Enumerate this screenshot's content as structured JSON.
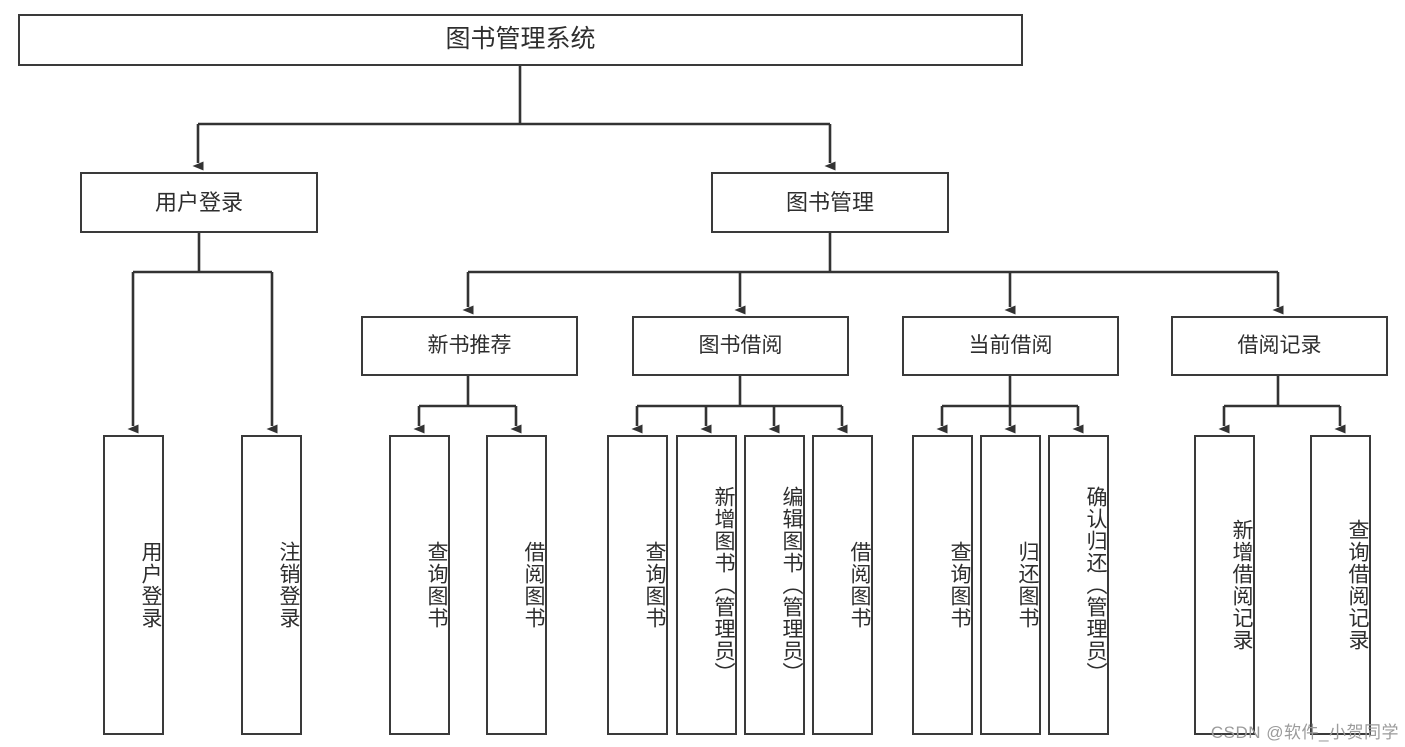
{
  "diagram": {
    "title": "图书管理系统",
    "watermark": "CSDN @软件_小贺同学",
    "nodes": {
      "root": {
        "label": "图书管理系统"
      },
      "level1": [
        {
          "id": "user-login",
          "label": "用户登录"
        },
        {
          "id": "book-management",
          "label": "图书管理"
        }
      ],
      "level2": [
        {
          "id": "new-book-recommend",
          "label": "新书推荐"
        },
        {
          "id": "book-borrow",
          "label": "图书借阅"
        },
        {
          "id": "current-borrow",
          "label": "当前借阅"
        },
        {
          "id": "borrow-record",
          "label": "借阅记录"
        }
      ],
      "leaves": {
        "user_login": [
          {
            "id": "leaf-user-login",
            "label": "用户登录"
          },
          {
            "id": "leaf-logout-login",
            "label": "注销登录"
          }
        ],
        "new_book_recommend": [
          {
            "id": "leaf-query-book-1",
            "label": "查询图书"
          },
          {
            "id": "leaf-borrow-book-1",
            "label": "借阅图书"
          }
        ],
        "book_borrow": [
          {
            "id": "leaf-query-book-2",
            "label": "查询图书"
          },
          {
            "id": "leaf-add-book-admin",
            "label": "新增图书（管理员）"
          },
          {
            "id": "leaf-edit-book-admin",
            "label": "编辑图书（管理员）"
          },
          {
            "id": "leaf-borrow-book-2",
            "label": "借阅图书"
          }
        ],
        "current_borrow": [
          {
            "id": "leaf-query-book-3",
            "label": "查询图书"
          },
          {
            "id": "leaf-return-book",
            "label": "归还图书"
          },
          {
            "id": "leaf-confirm-return-admin",
            "label": "确认归还（管理员）"
          }
        ],
        "borrow_record": [
          {
            "id": "leaf-add-borrow-record",
            "label": "新增借阅记录"
          },
          {
            "id": "leaf-query-borrow-record",
            "label": "查询借阅记录"
          }
        ]
      }
    },
    "colors": {
      "box_border": "#3a3a3a",
      "text": "#2e2e2e",
      "connector": "#333333",
      "background": "#ffffff",
      "watermark": "#9b9b9b"
    }
  }
}
